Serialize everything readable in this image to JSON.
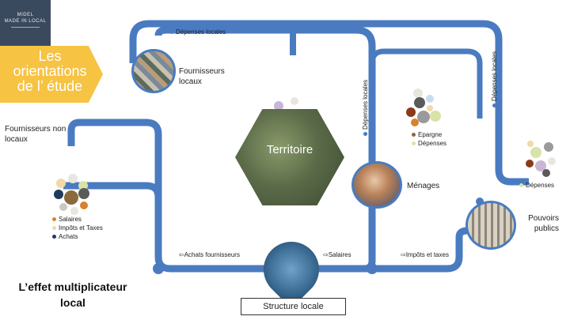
{
  "logo": {
    "line1": "MIDEL",
    "line2": "MADE IN LOCAL"
  },
  "orientation_title": "Les orientations de l’ étude",
  "labels": {
    "depenses_locales_top": "Dépenses locales",
    "depenses_locales_vert1": "Dépenses locales",
    "depenses_locales_vert2": "Dépenses locales",
    "fournisseurs_locaux": "Fournisseurs locaux",
    "fournisseurs_non_locaux": "Fournisseurs non locaux",
    "territoire": "Territoire",
    "epargne": "Epargne",
    "depenses_menage": "Dépenses",
    "menages": "Ménages",
    "depenses_right": "Dépenses",
    "pouvoirs_publics": "Pouvoirs publics",
    "achats_fournisseurs": "⇦Achats fournisseurs",
    "salaires_flow": "⇨Salaires",
    "impots_taxes_flow": "⇨Impôts et taxes",
    "structure_locale": "Structure locale",
    "effet": "L’effet multiplicateur local"
  },
  "legend_structure": [
    {
      "label": "Salaires",
      "color": "#d9822b"
    },
    {
      "label": "Impôts et Taxes",
      "color": "#f1d9a8"
    },
    {
      "label": "Achats",
      "color": "#1f3a5c"
    }
  ],
  "legend_menage": [
    {
      "label": "Epargne",
      "color": "#8b6a3e"
    },
    {
      "label": "Dépenses",
      "color": "#d8e3a8"
    }
  ],
  "colors": {
    "flow": "#4a7bc0",
    "accent": "#f6c342",
    "logo_bg": "#3a4a5e"
  }
}
